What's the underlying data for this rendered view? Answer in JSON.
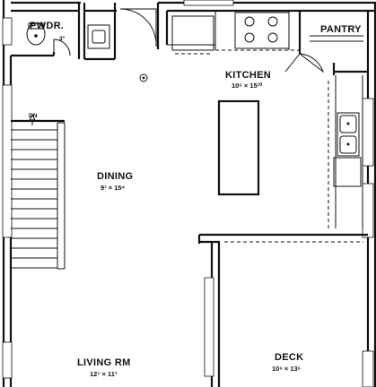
{
  "rooms": {
    "powder": {
      "name": "PWDR.",
      "size": "3°"
    },
    "pantry": {
      "name": "PANTRY"
    },
    "kitchen": {
      "name": "KITCHEN",
      "size": "10⁶ × 15¹⁰"
    },
    "dining": {
      "name": "DINING",
      "size": "9¹ × 15⁴"
    },
    "living": {
      "name": "LIVING RM",
      "size": "12⁷ × 11³"
    },
    "deck": {
      "name": "DECK",
      "size": "10⁶ × 13⁶"
    }
  },
  "stair": {
    "direction_label": "DN"
  }
}
